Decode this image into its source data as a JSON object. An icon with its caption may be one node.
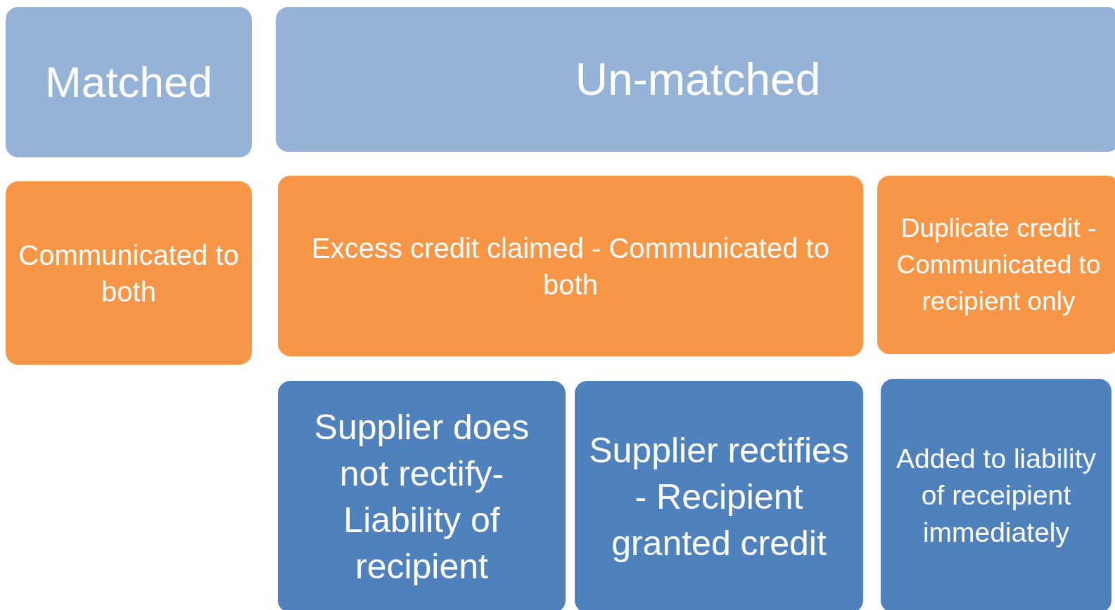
{
  "diagram": {
    "nodes": [
      {
        "text": [
          "Matched"
        ]
      },
      {
        "text": [
          "Un-matched"
        ]
      },
      {
        "text": [
          "Communicated to both"
        ]
      },
      {
        "text": [
          "Excess credit claimed - Communicated to both"
        ]
      },
      {
        "text": [
          "Duplicate credit - Communicated to recipient only"
        ]
      },
      {
        "text": [
          "Supplier does not rectify- Liability of recipient"
        ]
      },
      {
        "text": [
          "Supplier rectifies - Recipient granted credit"
        ]
      },
      {
        "text": [
          "Added to liability of receipient immediately"
        ]
      }
    ]
  }
}
